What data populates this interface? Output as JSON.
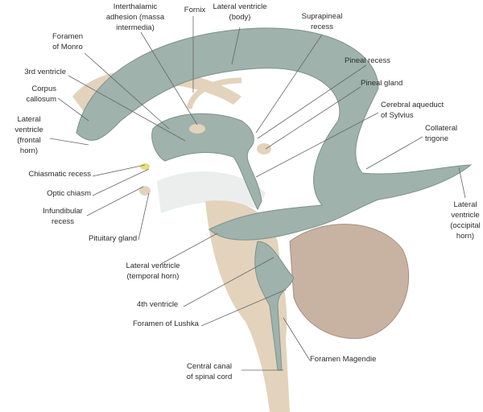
{
  "labels": {
    "interthalamic": [
      "Interthalamic",
      "adhesion (massa",
      "intermedia)"
    ],
    "fornix": [
      "Fornix"
    ],
    "lv_body": [
      "Lateral ventricle",
      "(body)"
    ],
    "suprapineal": [
      "Suprapineal",
      "recess"
    ],
    "monro": [
      "Foramen",
      "of Monro"
    ],
    "pineal_recess": [
      "Pineal recess"
    ],
    "third_ventricle": [
      "3rd ventricle"
    ],
    "pineal_gland": [
      "Pineal gland"
    ],
    "corpus_callosum": [
      "Corpus",
      "callosum"
    ],
    "aqueduct": [
      "Cerebral aqueduct",
      "of Sylvius"
    ],
    "lv_frontal": [
      "Lateral",
      "ventricle",
      "(frontal",
      "horn)"
    ],
    "collateral_trigone": [
      "Collateral",
      "trigone"
    ],
    "chiasmatic": [
      "Chiasmatic recess"
    ],
    "optic_chiasm": [
      "Optic chiasm"
    ],
    "infundibular": [
      "Infundibular",
      "recess"
    ],
    "pituitary": [
      "Pituitary gland"
    ],
    "lv_occipital": [
      "Lateral",
      "ventricle",
      "(occipital",
      "horn)"
    ],
    "lv_temporal": [
      "Lateral ventricle",
      "(temporal horn)"
    ],
    "fourth_ventricle": [
      "4th ventricle"
    ],
    "lushka": [
      "Foramen of Lushka"
    ],
    "magendie": [
      "Foramen Magendie"
    ],
    "central_canal": [
      "Central canal",
      "of spinal cord"
    ]
  },
  "colors": {
    "ventricle": "#9fb2ac",
    "tissue": "#e3d3bc",
    "cerebellum": "#c8b3a3",
    "line": "#666666"
  }
}
